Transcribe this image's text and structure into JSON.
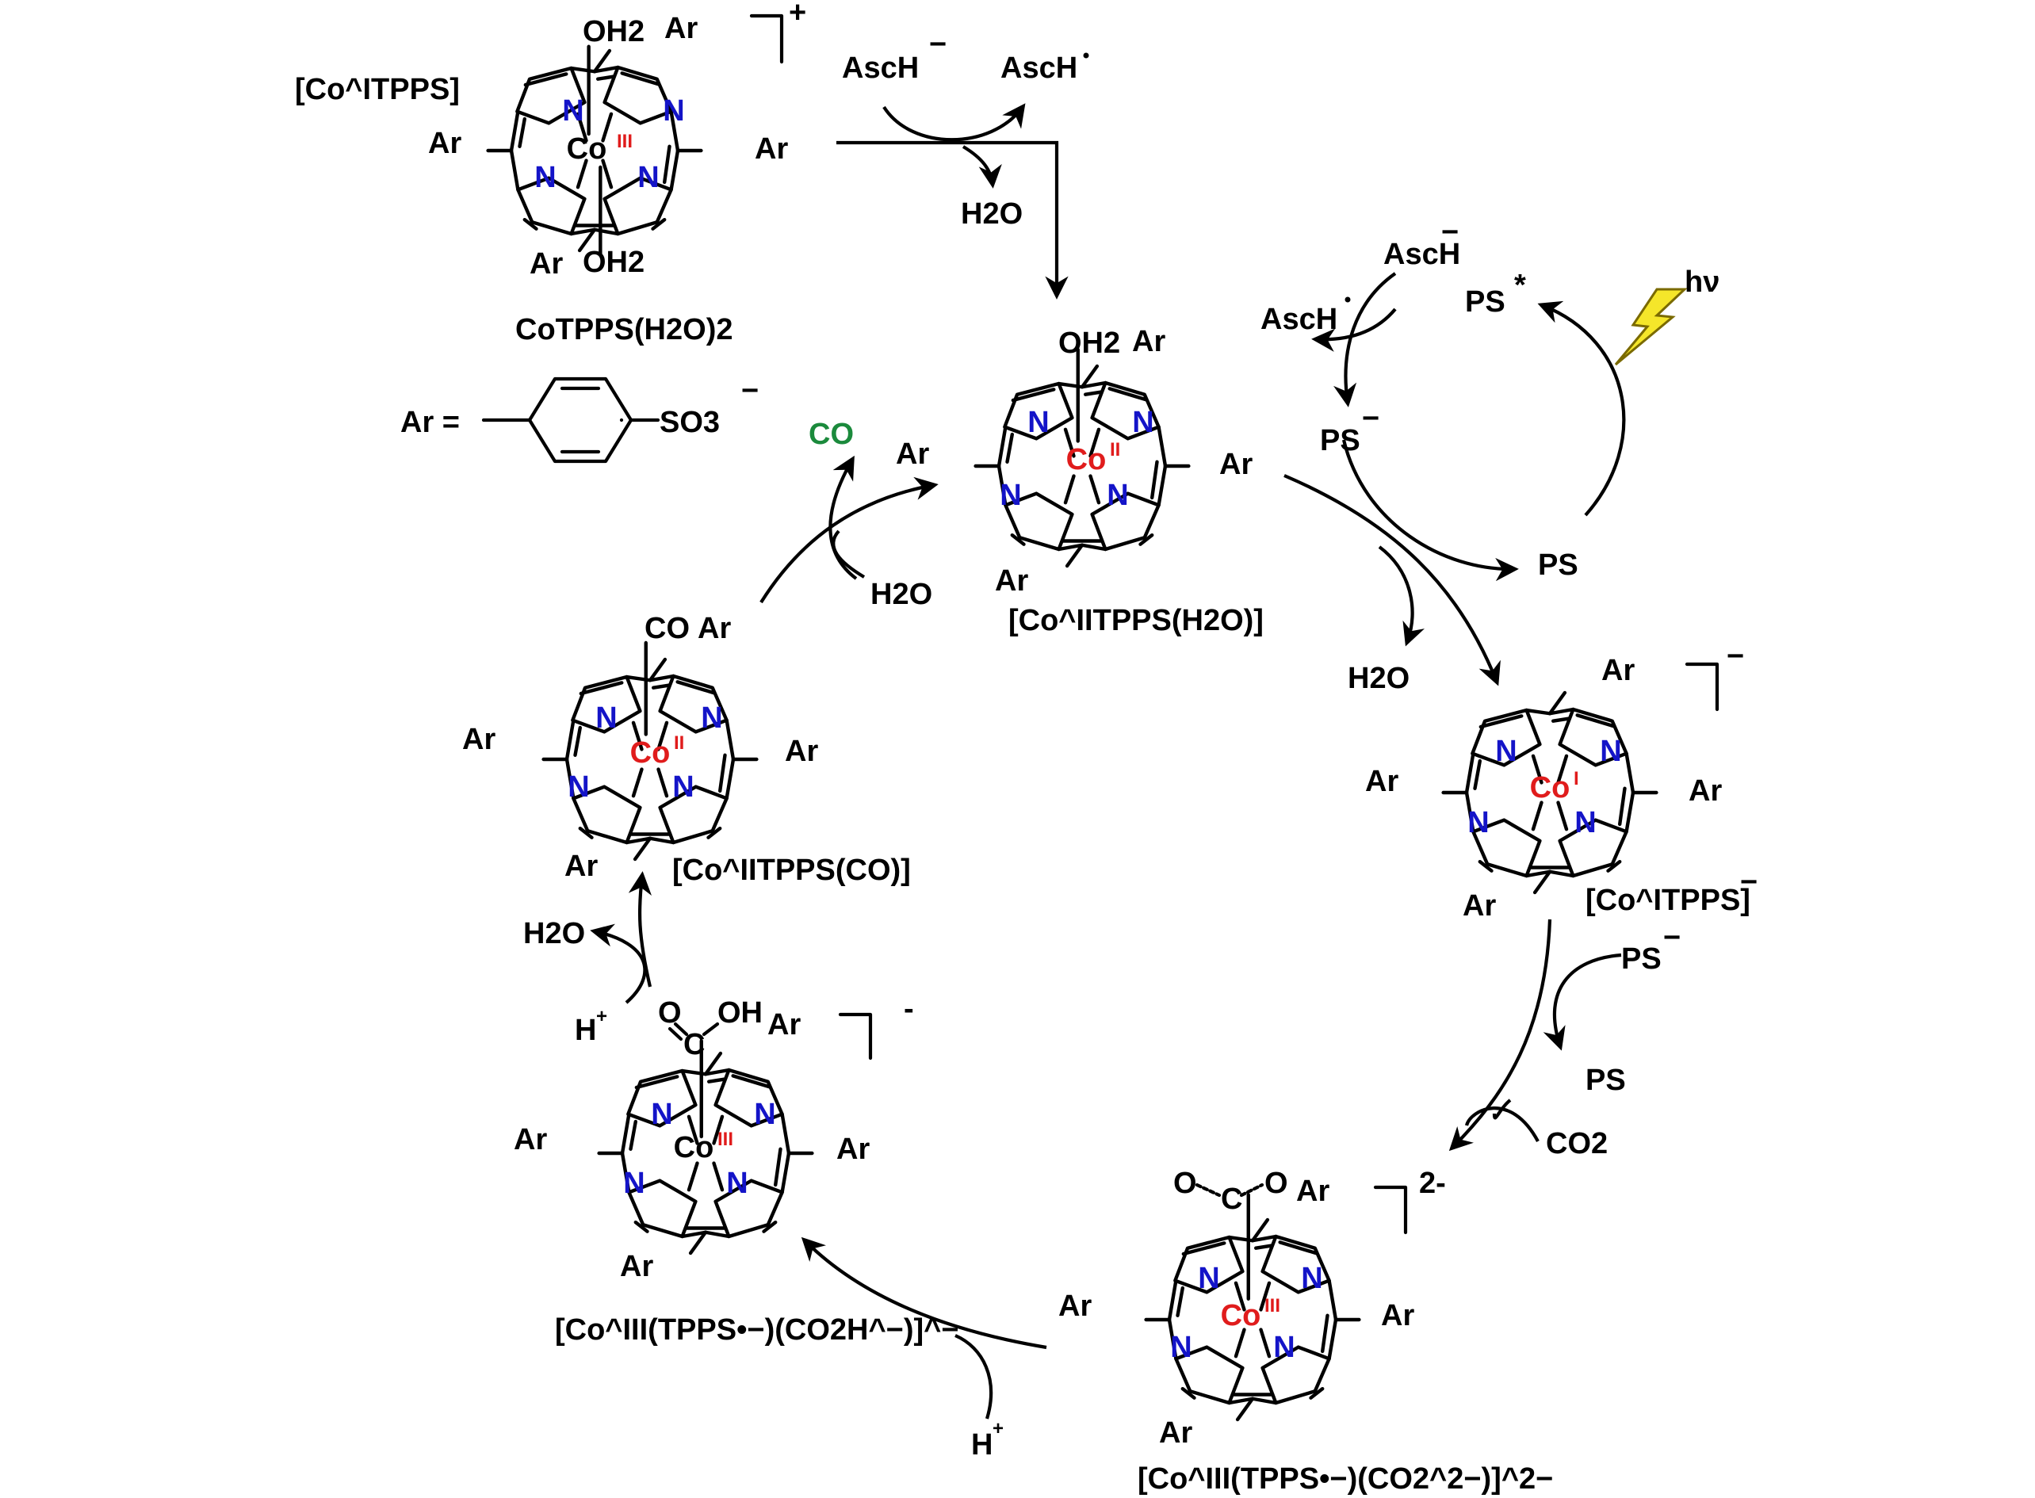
{
  "palette": {
    "nitrogen": "#1414c8",
    "cobalt": "#e01c1c",
    "co_gas": "#1b8a3c",
    "bolt": "#f5e62a"
  },
  "precursor": {
    "name": "CoTPPS(H2O)2",
    "charge": "+",
    "bracket_label": "[Co^ITPPS]",
    "ar_definition": "Ar =",
    "ar_substituent": "SO3"
  },
  "species": {
    "coII_h2o": "[Co^IITPPS(H2O)]",
    "coI": "[Co^ITPPS]",
    "coIII_co2": "[Co^III(TPPS•−)(CO2^2−)]^2−",
    "coIII_co2h": "[Co^III(TPPS•−)(CO2H^−)]^−",
    "coII_co": "[Co^IITPPS(CO)]"
  },
  "charges": {
    "coI": "−",
    "coIII_co2": "2-",
    "coIII_co2h": "-"
  },
  "reagents": {
    "asch": "AscH",
    "asch_rad": "AscH",
    "h2o": "H2O",
    "ps": "PS",
    "ps_star": "PS",
    "ps_minus": "PS",
    "hv": "hν",
    "co2": "CO2",
    "co": "CO",
    "hplus": "H"
  },
  "axial": {
    "oh2": "OH2",
    "co": "CO",
    "oh": "OH",
    "o": "O",
    "c": "C"
  },
  "atoms": {
    "n": "N",
    "co": "Co",
    "ar": "Ar"
  },
  "oxidation": {
    "I": "I",
    "II": "II",
    "III": "III"
  }
}
